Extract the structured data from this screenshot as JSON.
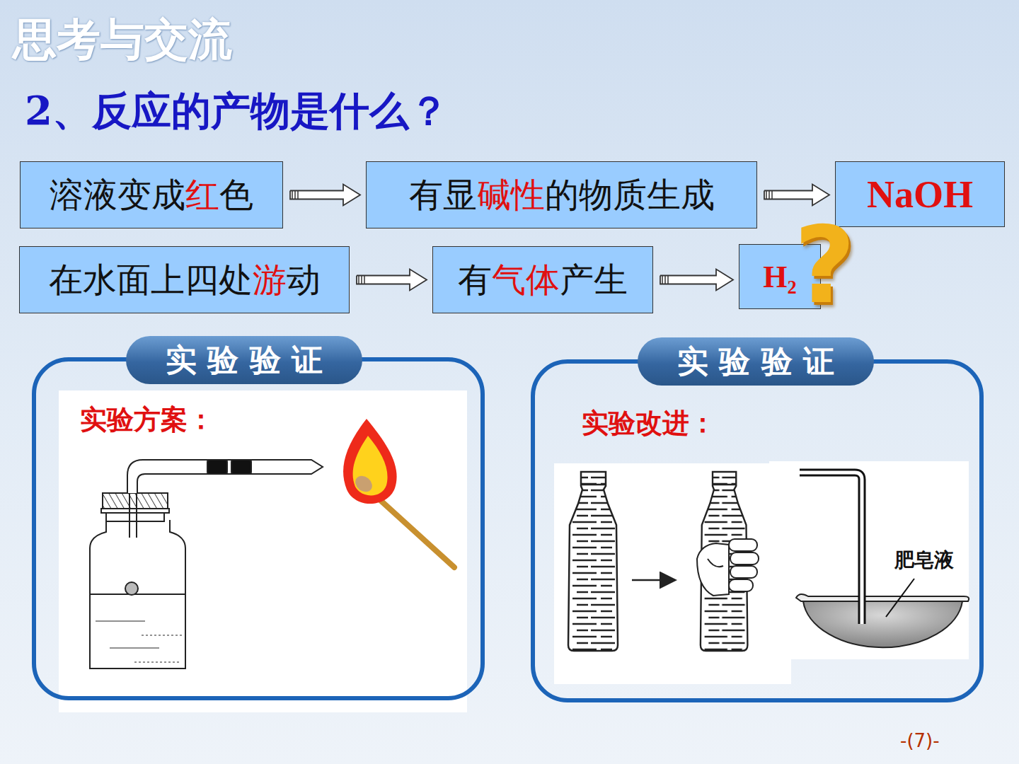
{
  "diagram": {
    "title": "思考与交流",
    "nodes": [
      {
        "text": [
          "溶液变成红色"
        ]
      },
      {
        "text": [
          "有显碱性的物质生成"
        ]
      },
      {
        "text": [
          "NaOH"
        ]
      },
      {
        "text": [
          "在水面上四处游动"
        ]
      },
      {
        "text": [
          "有气体产生"
        ]
      },
      {
        "text": [
          "H₂"
        ]
      },
      {
        "text": [
          "实 验 验 证",
          "实验方案："
        ]
      },
      {
        "text": [
          "实 验 验 证",
          "实验改进："
        ]
      }
    ],
    "edges": [
      {
        "from": 0,
        "to": 1,
        "arrow": "to"
      },
      {
        "from": 1,
        "to": 2,
        "arrow": "to"
      },
      {
        "from": 3,
        "to": 4,
        "arrow": "to"
      },
      {
        "from": 4,
        "to": 5,
        "arrow": "to"
      }
    ],
    "labels": [
      "2、反应的产物是什么？",
      "?",
      "肥皂液",
      "-(7)-"
    ]
  }
}
